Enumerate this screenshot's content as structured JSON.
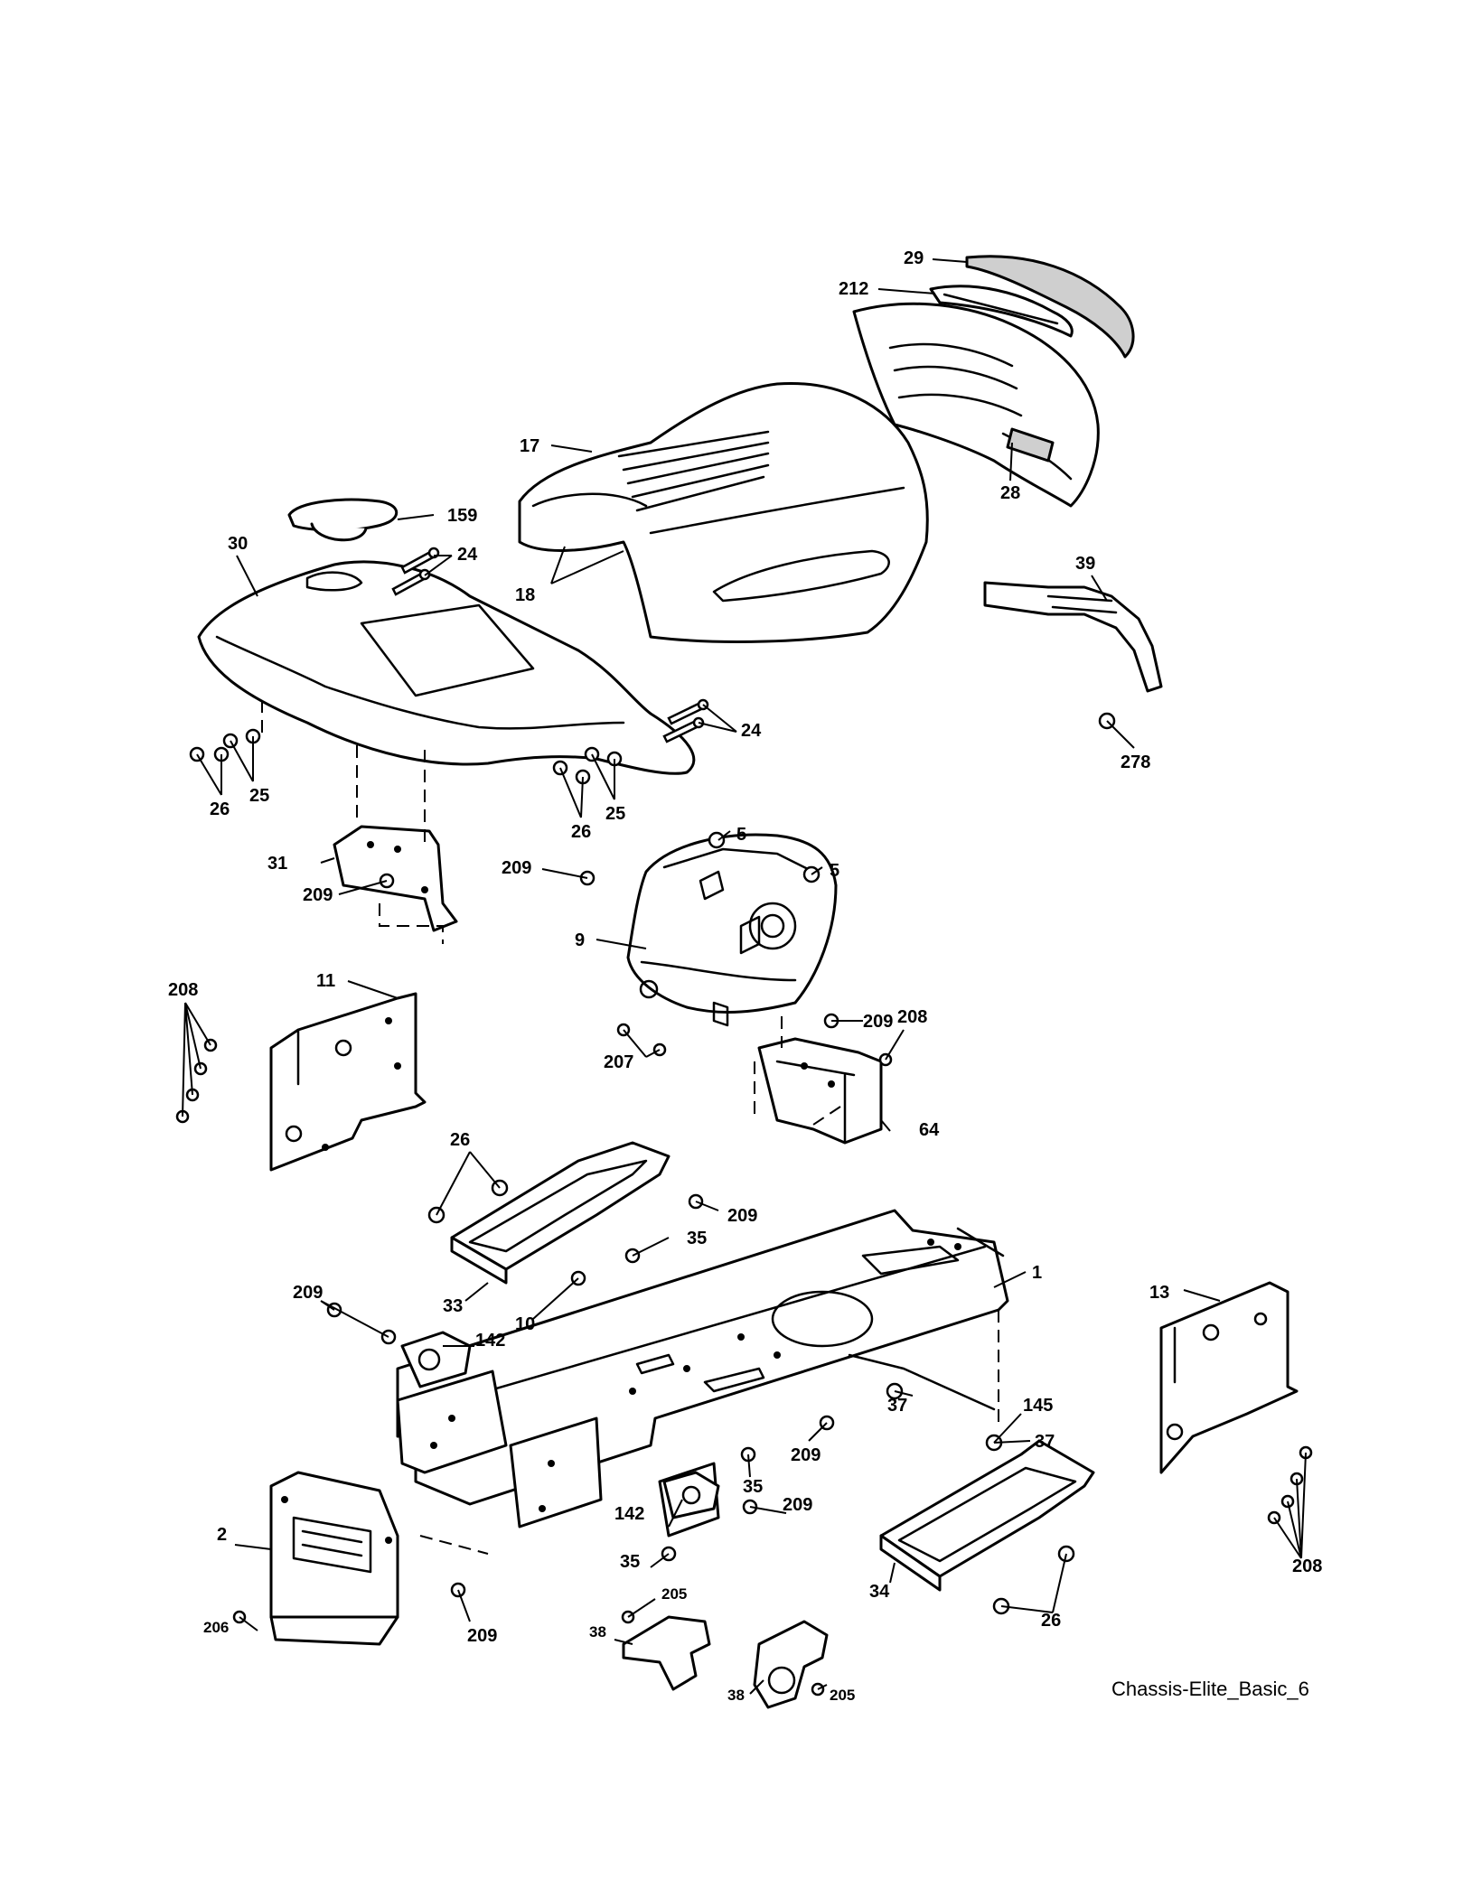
{
  "caption": "Chassis-Elite_Basic_6",
  "callouts": {
    "c29": "29",
    "c212": "212",
    "c17": "17",
    "c28": "28",
    "c159": "159",
    "c30": "30",
    "c24a": "24",
    "c18": "18",
    "c39": "39",
    "c24b": "24",
    "c26a": "26",
    "c25a": "25",
    "c26b": "26",
    "c25b": "25",
    "c278": "278",
    "c5a": "5",
    "c5b": "5",
    "c31": "31",
    "c209a": "209",
    "c209b": "209",
    "c9": "9",
    "c209c": "209",
    "c208a": "208",
    "c11": "11",
    "c208b": "208",
    "c207": "207",
    "c64": "64",
    "c26c": "26",
    "c209d": "209",
    "c35a": "35",
    "c1": "1",
    "c33": "33",
    "c10": "10",
    "c13": "13",
    "c209e": "209",
    "c142a": "142",
    "c37a": "37",
    "c145": "145",
    "c37b": "37",
    "c35b": "35",
    "c209f": "209",
    "c209g": "209",
    "c142b": "142",
    "c2": "2",
    "c35c": "35",
    "c208c": "208",
    "c34": "34",
    "c205a": "205",
    "c209h": "209",
    "c206": "206",
    "c26d": "26",
    "c38a": "38",
    "c38b": "38",
    "c205b": "205"
  }
}
